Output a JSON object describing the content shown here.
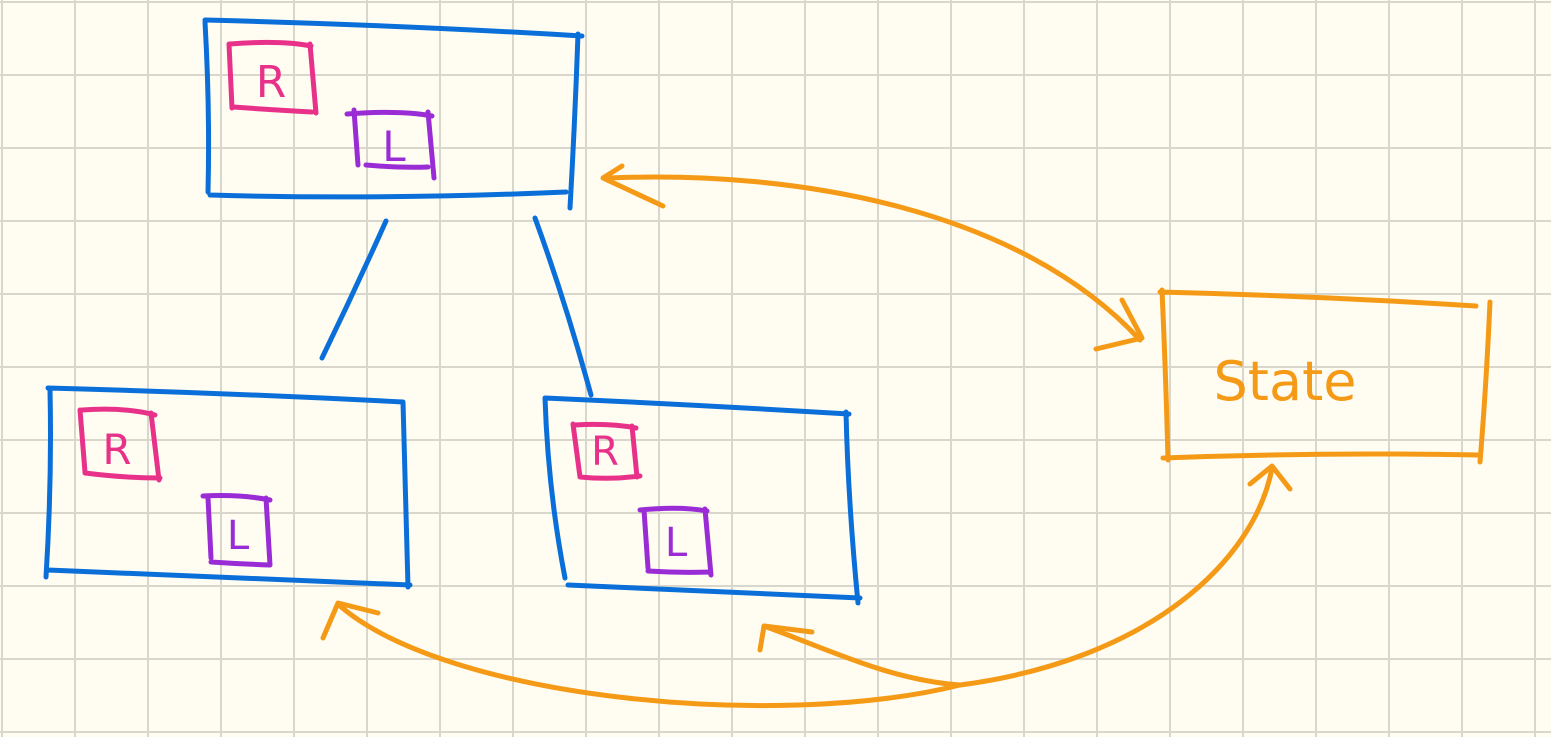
{
  "colors": {
    "paper": "#fffdf1",
    "grid": "#d9d7cb",
    "component_outline": "#0b6fd9",
    "r_badge": "#e8328a",
    "l_badge": "#9a2cd6",
    "state": "#f59a16"
  },
  "components": [
    {
      "r_label": "R",
      "l_label": "L"
    },
    {
      "r_label": "R",
      "l_label": "L"
    },
    {
      "r_label": "R",
      "l_label": "L"
    }
  ],
  "state": {
    "label": "State"
  }
}
